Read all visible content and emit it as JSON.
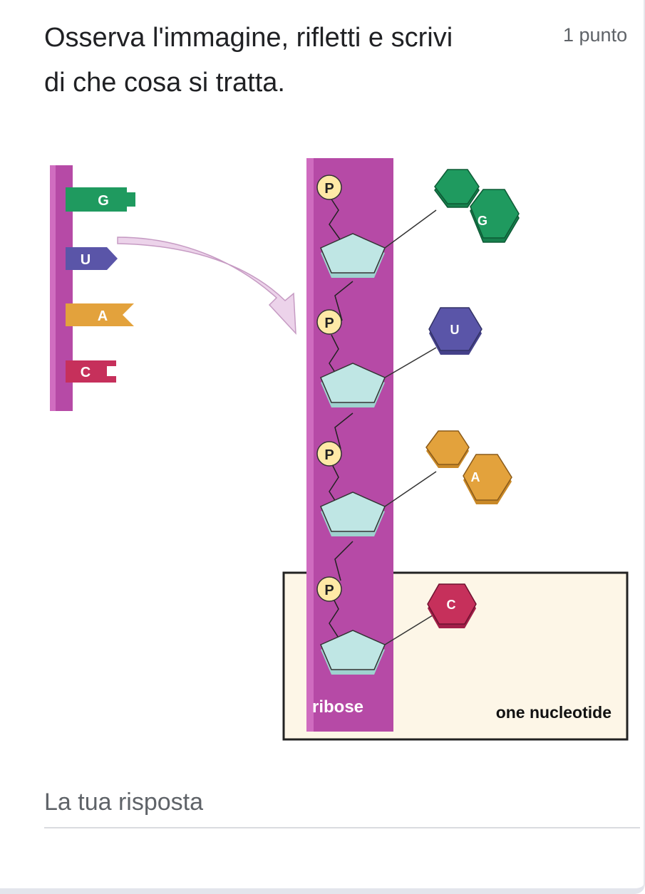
{
  "question": {
    "line1": "Osserva l'immagine, rifletti e scrivi",
    "line2": "di che cosa si tratta.",
    "points": "1 punto"
  },
  "figure": {
    "strand_bases": [
      "G",
      "U",
      "A",
      "C"
    ],
    "phosphate_label": "P",
    "bases": [
      "G",
      "U",
      "A",
      "C"
    ],
    "ribose_label": "ribose",
    "nucleotide_label": "one nucleotide",
    "colors": {
      "backbone": "#b64aa6",
      "sugar": "#bfe6e4",
      "phosphate": "#ffe9a6",
      "G": "#1f9a5f",
      "U": "#5a55a8",
      "A": "#e3a23c",
      "C": "#c6305b",
      "highlight_box": "#fdf6e7"
    }
  },
  "answer": {
    "placeholder": "La tua risposta"
  }
}
